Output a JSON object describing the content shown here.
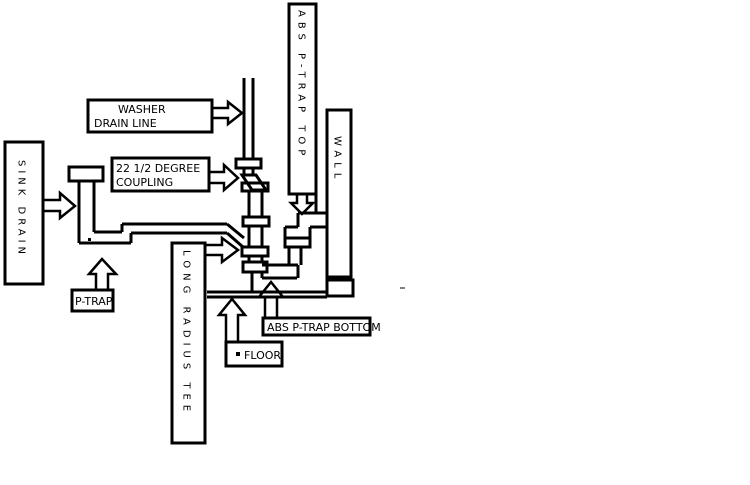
{
  "labels": {
    "washer": [
      "WASHER",
      "DRAIN LINE"
    ],
    "coupling": [
      "22 1/2 DEGREE",
      "COUPLING"
    ],
    "sink_drain": "SINK DRAIN",
    "p_trap": "P-TRAP",
    "long_radius_tee": "LONG RADIUS TEE",
    "abs_p_trap_top": "ABS P-TRAP TOP",
    "wall": "WALL",
    "abs_p_trap_bottom": "ABS P-TRAP BOTTOM",
    "floor": "FLOOR"
  },
  "colors": {
    "stroke": "#000000",
    "background": "#ffffff"
  }
}
